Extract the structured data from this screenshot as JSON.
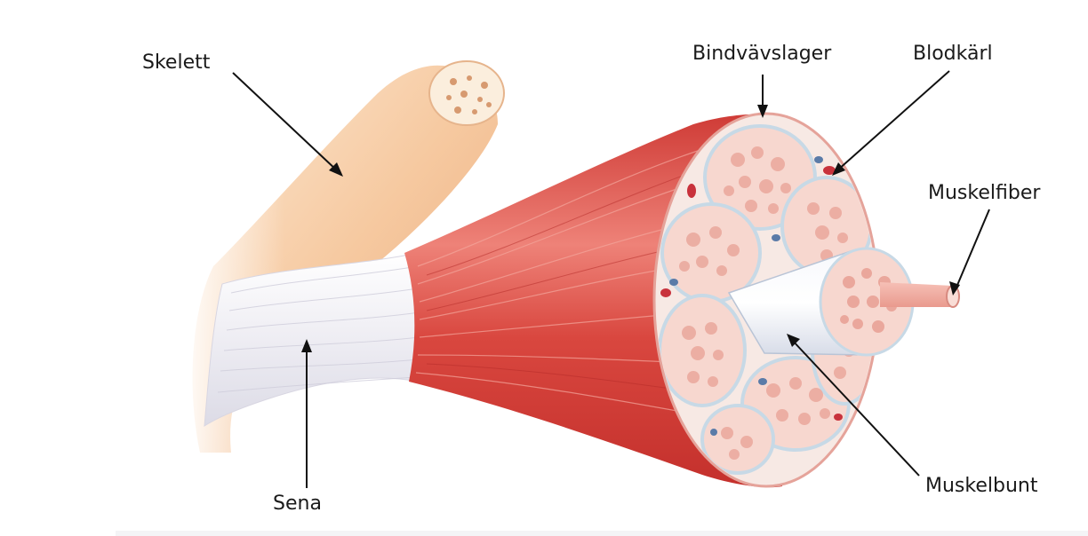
{
  "labels": {
    "skelett": "Skelett",
    "bindvavslager": "Bindvävslager",
    "blodkarl": "Blodkärl",
    "muskelfiber": "Muskelfiber",
    "muskelbunt": "Muskelbunt",
    "sena": "Sena"
  },
  "colors": {
    "bone": "#f3c8a0",
    "bone_highlight": "#fbe2c8",
    "tendon": "#f3f1f6",
    "muscle": "#d9473f",
    "muscle_light": "#ef8a80",
    "fascicle_fill": "#f7d7cf",
    "fiber_cell": "#eaa79c",
    "connective": "#dbe6ef",
    "vessel_red": "#c8323c",
    "vessel_blue": "#5a7ba8"
  }
}
